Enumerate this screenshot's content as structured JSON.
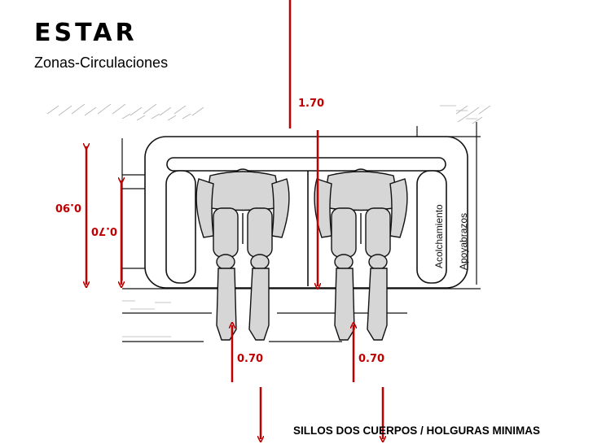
{
  "header": {
    "title": "ESTAR",
    "subtitle": "Zonas-Circulaciones"
  },
  "dimensions": {
    "top_width": "1.70",
    "left_depth_outer": "0.90",
    "left_depth_inner": "0.70",
    "front_clearance_left": "0.70",
    "front_clearance_right": "0.70"
  },
  "side_labels": {
    "padding": "Acolchamiento",
    "armrest": "Apoyabrazos"
  },
  "caption": "SILLOS DOS CUERPOS / HOLGURAS MINIMAS",
  "colors": {
    "dimension": "#c00000",
    "figure_fill": "#d6d6d6",
    "line": "#111111"
  }
}
